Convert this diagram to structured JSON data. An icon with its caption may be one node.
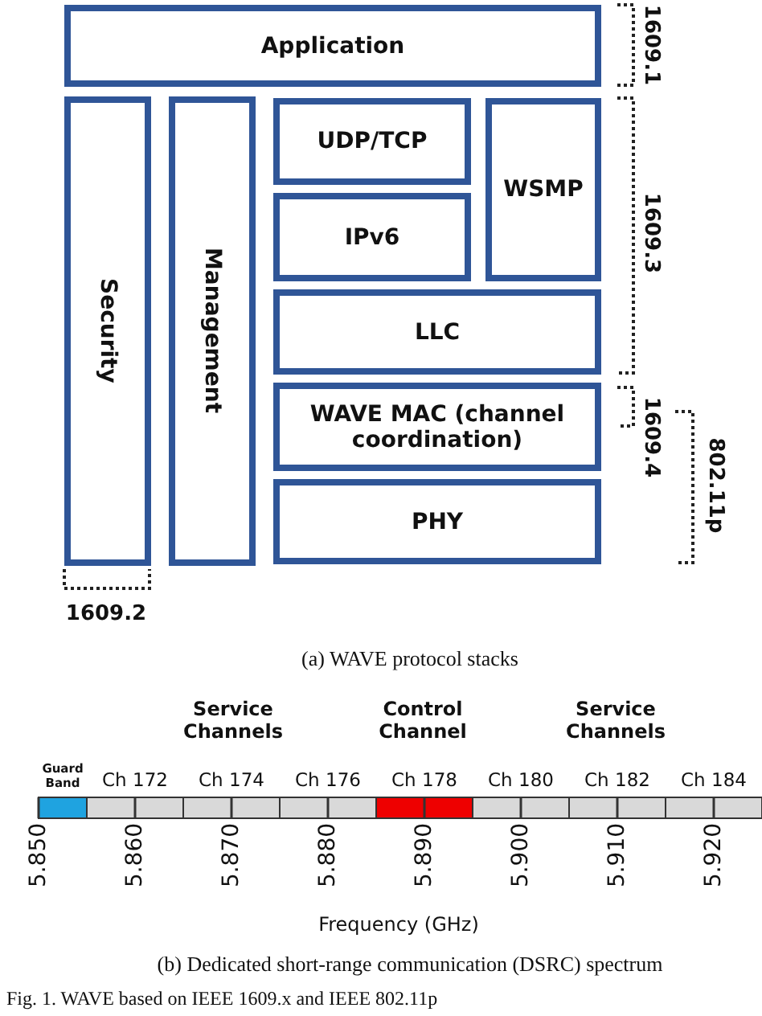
{
  "diagram": {
    "caption": "Fig. 1. WAVE based on IEEE 1609.x and IEEE 802.11p",
    "nodes": [
      {
        "text": [
          "Application"
        ]
      },
      {
        "text": [
          "Security"
        ]
      },
      {
        "text": [
          "Management"
        ]
      },
      {
        "text": [
          "UDP/TCP"
        ]
      },
      {
        "text": [
          "IPv6"
        ]
      },
      {
        "text": [
          "WSMP"
        ]
      },
      {
        "text": [
          "LLC"
        ]
      },
      {
        "text": [
          "WAVE MAC (channel coordination)"
        ]
      },
      {
        "text": [
          "PHY"
        ]
      }
    ],
    "labels": [
      "1609.1",
      "1609.3",
      "1609.4",
      "802.11p",
      "1609.2",
      "(a) WAVE protocol stacks",
      "Service Channels",
      "Control Channel",
      "Service Channels",
      "Guard Band",
      "Ch 172",
      "Ch 174",
      "Ch 176",
      "Ch 178",
      "Ch 180",
      "Ch 182",
      "Ch 184",
      "5.850",
      "5.860",
      "5.870",
      "5.880",
      "5.890",
      "5.900",
      "5.910",
      "5.920",
      "Frequency (GHz)",
      "(b) Dedicated short-range communication (DSRC) spectrum"
    ]
  }
}
